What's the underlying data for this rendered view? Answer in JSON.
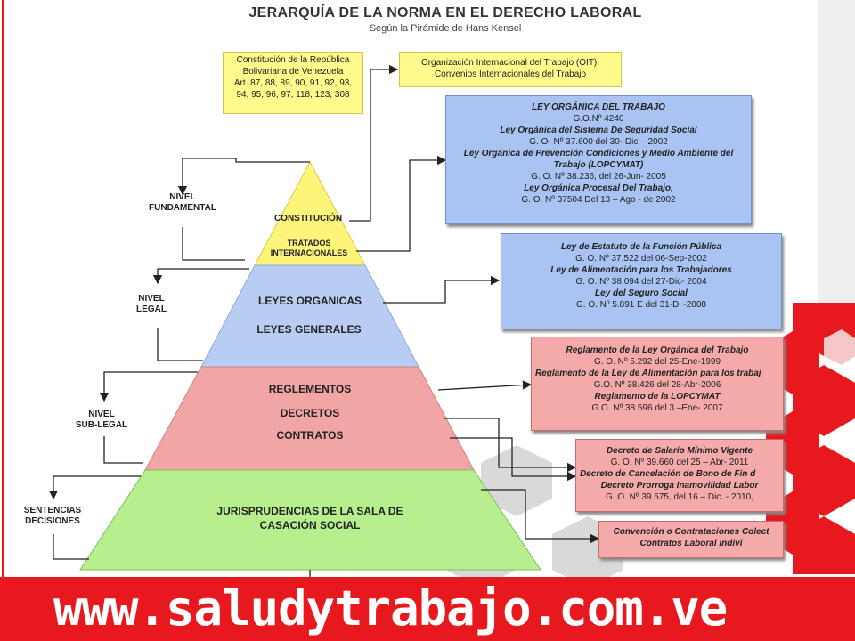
{
  "header": {
    "title": "JERARQUÍA DE LA NORMA EN EL DERECHO LABORAL",
    "subtitle": "Según la Pirámide de Hans Kensel"
  },
  "constitution_box": {
    "line1": "Constitución de la República",
    "line2": "Bolivariana de Venezuela",
    "line3": "Art. 87, 88, 89, 90, 91, 92, 93,",
    "line4": "94, 95, 96, 97, 118, 123, 308"
  },
  "oit_box": {
    "line1": "Organización Internacional del Trabajo (OIT).",
    "line2": "Convenios Internacionales del Trabajo"
  },
  "organic_laws_box": {
    "l1": "LEY ORGÁNICA DEL TRABAJO",
    "l2": "G.O.Nº 4240",
    "l3": "Ley Orgánica del Sistema De Seguridad Social",
    "l4": "G. O- Nº 37.600 del 30- Dic – 2002",
    "l5": "Ley Orgánica de Prevención Condiciones y Medio Ambiente del",
    "l6": "Trabajo (LOPCYMAT)",
    "l7": "G. O. Nº 38.236, del 26-Jun- 2005",
    "l8": "Ley Orgánica Procesal Del Trabajo,",
    "l9": "G. O. Nº 37504 Del 13 – Ago - de 2002"
  },
  "general_laws_box": {
    "l1": "Ley de Estatuto de la Función Pública",
    "l2": "G. O. Nº 37.522 del 06-Sep-2002",
    "l3": "Ley de Alimentación para los Trabajadores",
    "l4": "G. O. Nº 38.094 del 27-Dic- 2004",
    "l5": "Ley del Seguro Social",
    "l6": "G. O. Nº 5.891 E del 31-Di -2008"
  },
  "regulations_box": {
    "l1": "Reglamento de la Ley Orgánica del Trabajo",
    "l2": "G. O. Nº 5.292 del 25-Ene-1999",
    "l3": "Reglamento de la Ley de Alimentación para los trabaj",
    "l4": "G.O. Nº 38.426 del 28-Abr-2006",
    "l5": "Reglamento de la LOPCYMAT",
    "l6": "G.O. Nº 38.596 del 3 –Ene- 2007"
  },
  "decrees_box": {
    "l1": "Decreto de Salario Mínimo Vigente",
    "l2": "G. O. Nº 39.660 del 25 – Abr- 2011",
    "l3": "Decreto de Cancelación de Bono de Fin d",
    "l4": "Decreto Prorroga Inamovilidad Labor",
    "l5": "G. O. Nº 39.575, del 16 – Dic. - 2010,"
  },
  "contracts_box": {
    "l1": "Convención o Contrataciones Colect",
    "l2": "Contratos Laboral Indivi"
  },
  "levels": {
    "fundamental_1": "NIVEL",
    "fundamental_2": "FUNDAMENTAL",
    "legal_1": "NIVEL",
    "legal_2": "LEGAL",
    "sublegal_1": "NIVEL",
    "sublegal_2": "SUB-LEGAL",
    "sentencias_1": "SENTENCIAS",
    "sentencias_2": "DECISIONES"
  },
  "pyramid": {
    "constitucion": "CONSTITUCIÓN",
    "tratados_1": "TRATADOS",
    "tratados_2": "INTERNACIONALES",
    "leyes_organicas": "LEYES ORGANICAS",
    "leyes_generales": "LEYES GENERALES",
    "reglamentos": "REGLEMENTOS",
    "decretos": "DECRETOS",
    "contratos": "CONTRATOS",
    "juris_1": "JURISPRUDENCIAS DE LA SALA DE",
    "juris_2": "CASACIÓN SOCIAL"
  },
  "footer": {
    "url": "www.saludytrabajo.com.ve"
  },
  "colors": {
    "apex": "#fdf47a",
    "legal_tier": "#b9cdf3",
    "sublegal_tier": "#f2a5a5",
    "base_tier": "#b7ef8f",
    "footer": "#e8191e"
  }
}
